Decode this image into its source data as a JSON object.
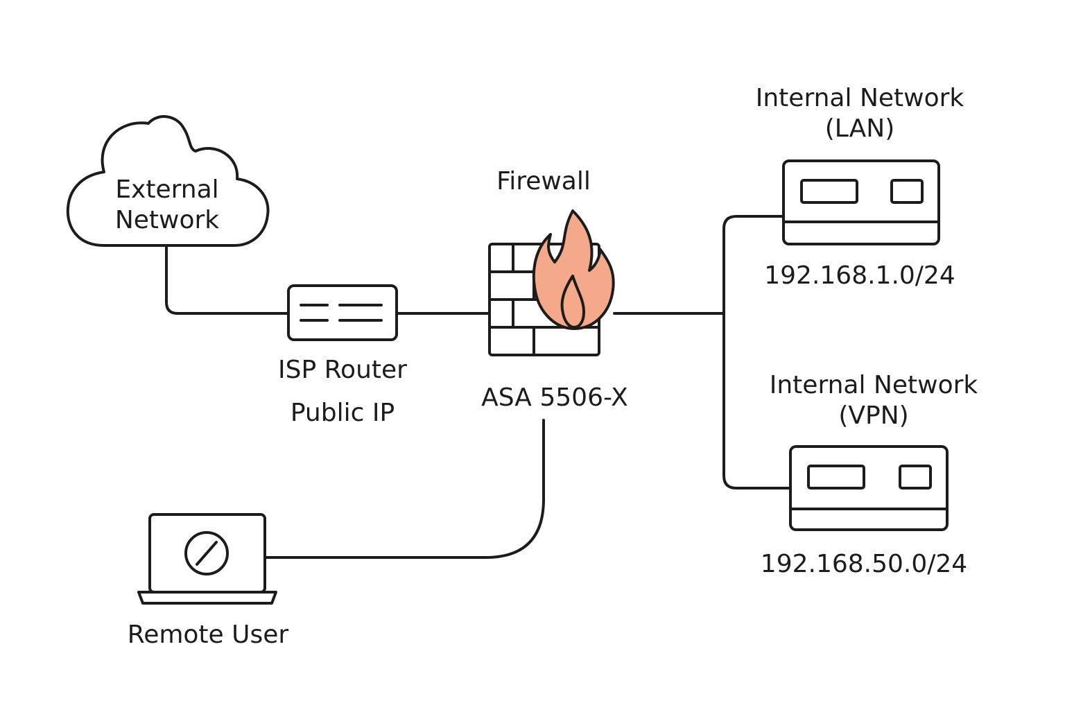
{
  "nodes": {
    "external": {
      "line1": "External",
      "line2": "Network"
    },
    "isp_router": {
      "label": "ISP Router",
      "sublabel": "Public IP"
    },
    "firewall": {
      "title": "Firewall",
      "model": "ASA 5506-X"
    },
    "lan": {
      "line1": "Internal Network",
      "line2": "(LAN)",
      "subnet": "192.168.1.0/24"
    },
    "vpn": {
      "line1": "Internal Network",
      "line2": "(VPN)",
      "subnet": "192.168.50.0/24"
    },
    "remote_user": {
      "label": "Remote User"
    }
  },
  "icons": {
    "cloud": "cloud-icon",
    "router": "router-icon",
    "firewall": "firewall-icon",
    "switch": "switch-icon",
    "laptop": "laptop-icon"
  },
  "colors": {
    "stroke": "#1c1c1c",
    "flame_fill": "#f4a98a",
    "background": "#ffffff"
  }
}
